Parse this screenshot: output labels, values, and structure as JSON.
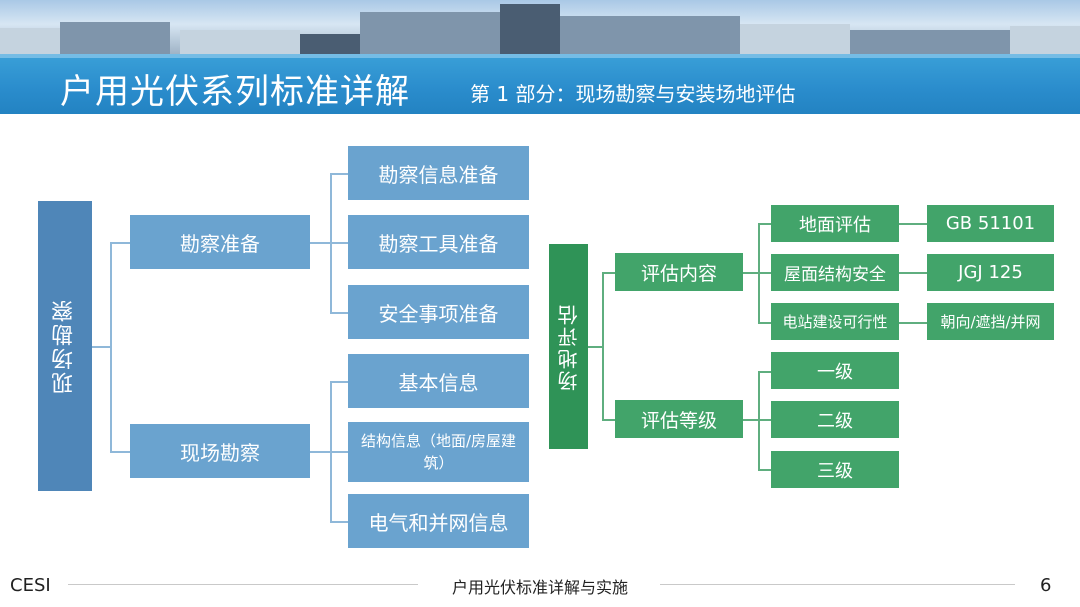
{
  "header": {
    "main_title": "户用光伏系列标准详解",
    "sub_title": "第 1 部分：现场勘察与安装场地评估"
  },
  "left_tree": {
    "root": "现场勘察",
    "groups": [
      {
        "label": "勘察准备",
        "items": [
          "勘察信息准备",
          "勘察工具准备",
          "安全事项准备"
        ]
      },
      {
        "label": "现场勘察",
        "items": [
          "基本信息",
          "结构信息（地面/房屋建筑）",
          "电气和并网信息"
        ]
      }
    ]
  },
  "right_tree": {
    "root": "场地评估",
    "groups": [
      {
        "label": "评估内容",
        "items": [
          {
            "label": "地面评估",
            "standard": "GB 51101"
          },
          {
            "label": "屋面结构安全",
            "standard": "JGJ 125"
          },
          {
            "label": "电站建设可行性",
            "standard": "朝向/遮挡/并网"
          }
        ]
      },
      {
        "label": "评估等级",
        "items": [
          "一级",
          "二级",
          "三级"
        ]
      }
    ]
  },
  "footer": {
    "left": "CESI",
    "center": "户用光伏标准详解与实施",
    "page": "6"
  },
  "colors": {
    "title_bar": "#2a8ccc",
    "blue_box": "#6aa3cf",
    "root_blue": "#4f86b8",
    "green_box": "#42a46a",
    "root_green": "#2f9357"
  }
}
